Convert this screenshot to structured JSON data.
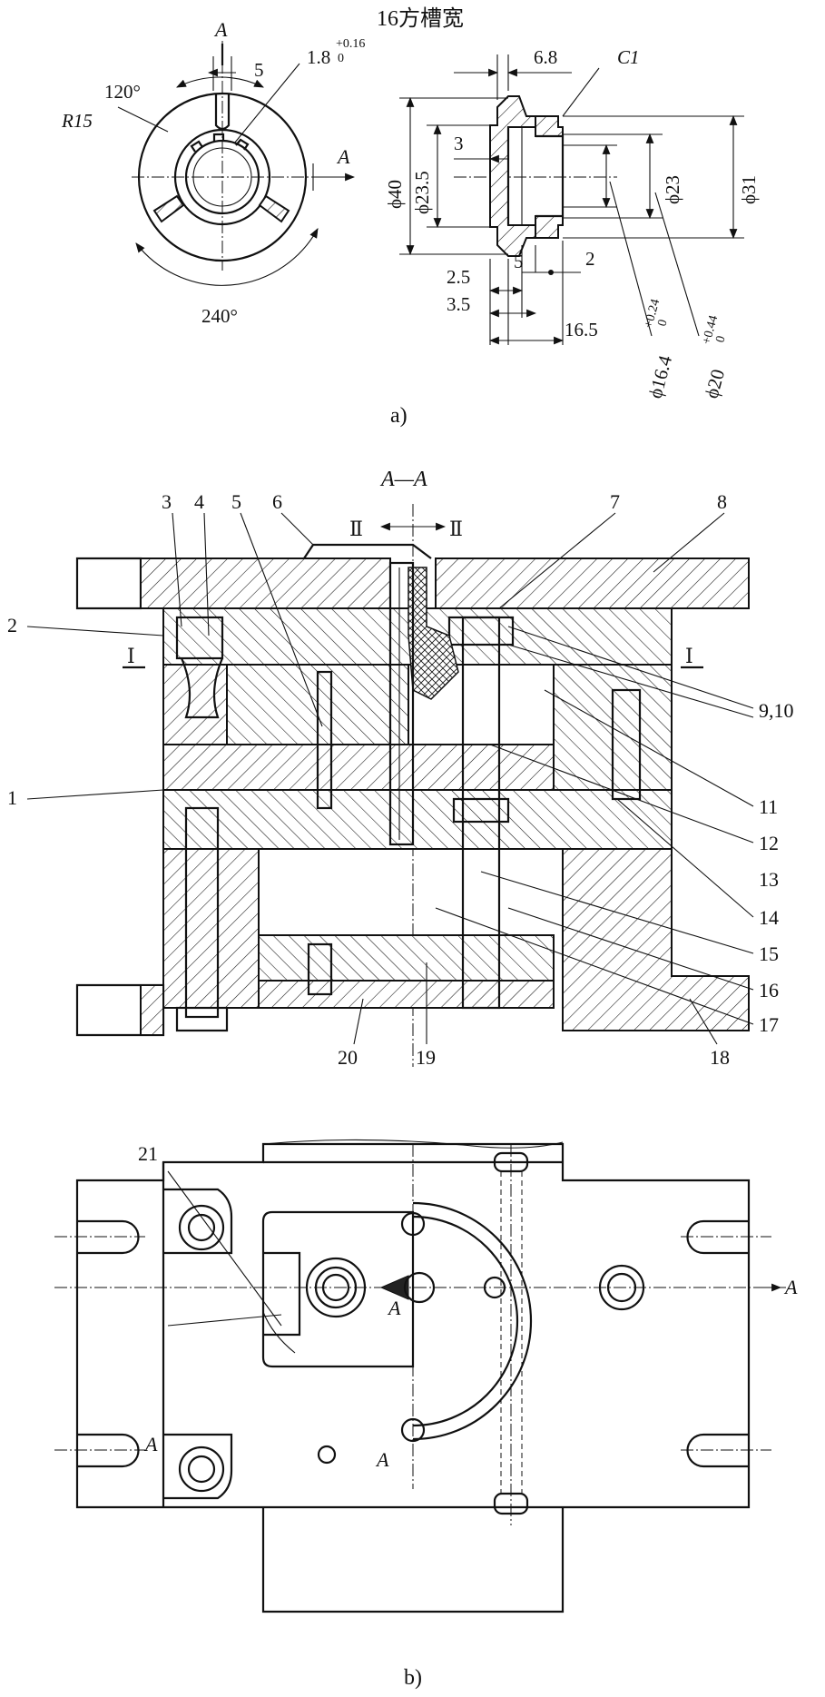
{
  "fig_a": {
    "title": "16方槽宽",
    "section_mark": "A",
    "angle_top": "120°",
    "angle_bottom": "240°",
    "radius": "R15",
    "width_5": "5",
    "slot_tol": "1.8",
    "slot_tol_upper": "+0.16",
    "slot_tol_lower": "0",
    "d68": "6.8",
    "c1": "C1",
    "d3": "3",
    "phi40": "ϕ40",
    "phi235": "ϕ23.5",
    "phi23": "ϕ23",
    "phi31": "ϕ31",
    "d5": "5",
    "d2": "2",
    "d25": "2.5",
    "d35": "3.5",
    "d165": "16.5",
    "phi164": "ϕ16.4",
    "phi164_upper": "+0.24",
    "phi164_lower": "0",
    "phi20": "ϕ20",
    "phi20_upper": "+0.44",
    "phi20_lower": "0",
    "caption": "a)"
  },
  "fig_b": {
    "section_title": "A—A",
    "view_ii": "Ⅱ",
    "view_i": "Ⅰ",
    "parts": [
      "1",
      "2",
      "3",
      "4",
      "5",
      "6",
      "7",
      "8",
      "9,10",
      "11",
      "12",
      "13",
      "14",
      "15",
      "16",
      "17",
      "18",
      "19",
      "20",
      "21"
    ],
    "plan_marks": [
      "A",
      "A",
      "A",
      "A"
    ],
    "caption": "b)"
  }
}
